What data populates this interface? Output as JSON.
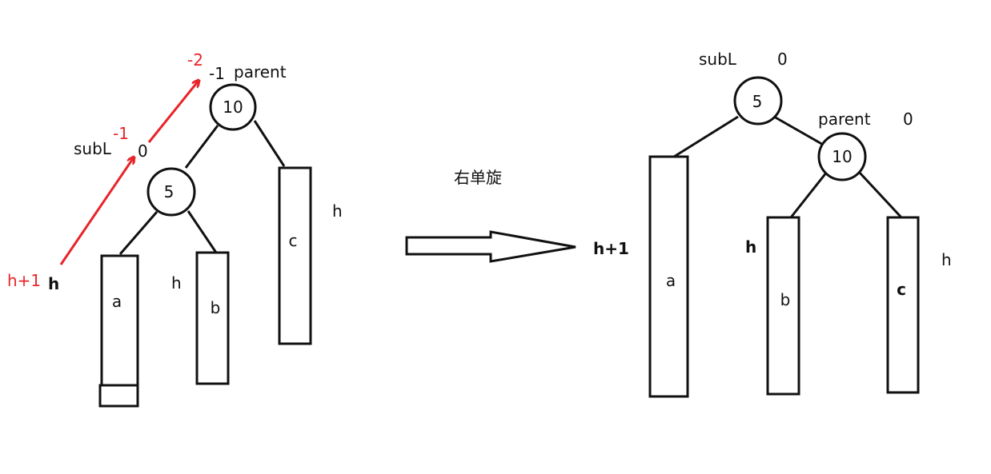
{
  "colors": {
    "ink": "#111111",
    "accent_red": "#e8252a",
    "background": "#ffffff"
  },
  "before": {
    "nodes": {
      "parent_value": "10",
      "subL_value": "5"
    },
    "labels": {
      "parent": "parent",
      "parent_bf": "-1",
      "parent_bf_new": "-2",
      "subL": "subL",
      "subL_bf": "0",
      "subL_bf_new": "-1",
      "height_a": "h",
      "height_a_new": "h+1",
      "height_b": "h",
      "height_c": "h"
    },
    "subtrees": {
      "a": "a",
      "b": "b",
      "c": "c"
    }
  },
  "operation": {
    "label": "右单旋"
  },
  "after": {
    "nodes": {
      "subL_value": "5",
      "parent_value": "10"
    },
    "labels": {
      "subL": "subL",
      "subL_bf": "0",
      "parent": "parent",
      "parent_bf": "0",
      "height_a": "h+1",
      "height_b": "h",
      "height_c": "h"
    },
    "subtrees": {
      "a": "a",
      "b": "b",
      "c": "c"
    }
  }
}
